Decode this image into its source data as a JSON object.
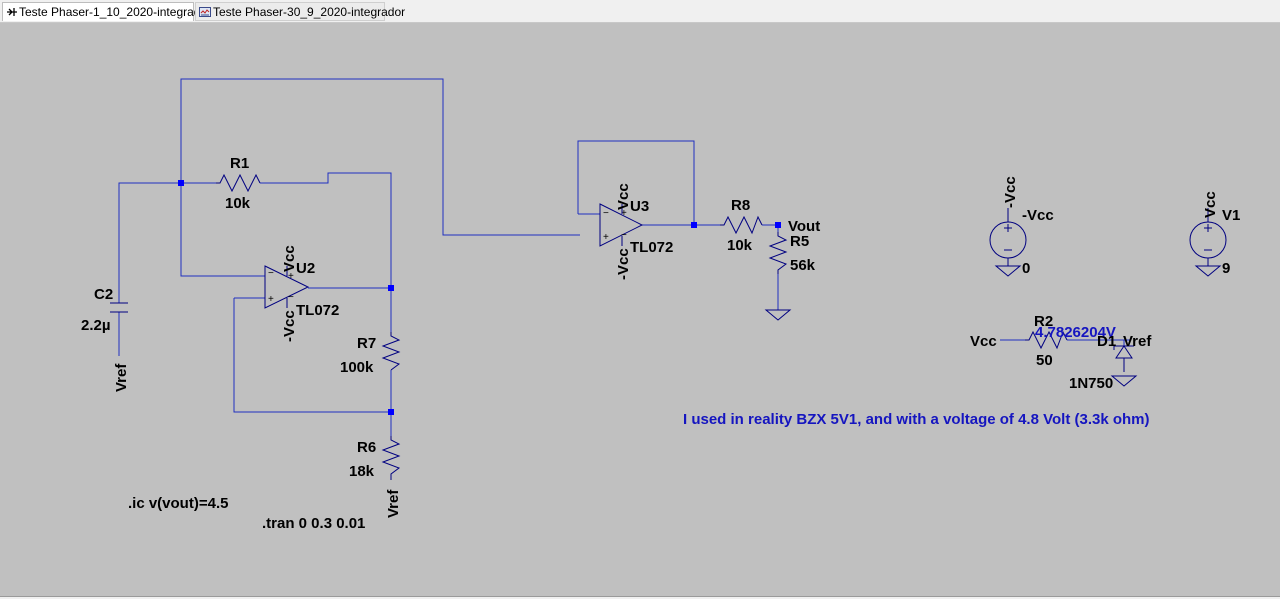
{
  "tabs": [
    {
      "label": "Teste Phaser-1_10_2020-integrador",
      "active": true,
      "icon": "schematic-icon"
    },
    {
      "label": "Teste Phaser-30_9_2020-integrador",
      "active": false,
      "icon": "schematic-sheet-icon"
    }
  ],
  "colors": {
    "canvas": "#c0c0c0",
    "wire": "#1f2fbf",
    "annotation": "#1515c0"
  },
  "schematic": {
    "R1": {
      "name": "R1",
      "value": "10k"
    },
    "C2": {
      "name": "C2",
      "value": "2.2µ"
    },
    "U2": {
      "name": "U2",
      "model": "TL072",
      "pos_supply": "Vcc",
      "neg_supply": "-Vcc"
    },
    "R7": {
      "name": "R7",
      "value": "100k"
    },
    "R6": {
      "name": "R6",
      "value": "18k"
    },
    "U3": {
      "name": "U3",
      "model": "TL072",
      "pos_supply": "Vcc",
      "neg_supply": "-Vcc"
    },
    "R8": {
      "name": "R8",
      "value": "10k"
    },
    "R5": {
      "name": "R5",
      "value": "56k"
    },
    "vout_label": "Vout",
    "vref_c2": "Vref",
    "vref_r6": "Vref",
    "source_negvcc": {
      "name": "-Vcc",
      "value": "0",
      "net": "-Vcc"
    },
    "source_v1": {
      "name": "V1",
      "value": "9",
      "net": "Vcc"
    },
    "R2": {
      "name": "R2",
      "value": "50",
      "net_in": "Vcc"
    },
    "D1": {
      "name": "D1",
      "model": "1N750",
      "net": "Vref"
    },
    "voltage_probe": "4.7826204V",
    "directive_ic": ".ic v(vout)=4.5",
    "directive_tran": ".tran 0 0.3 0.01",
    "note": "I used in reality BZX 5V1, and with a voltage of 4.8 Volt (3.3k ohm)"
  }
}
